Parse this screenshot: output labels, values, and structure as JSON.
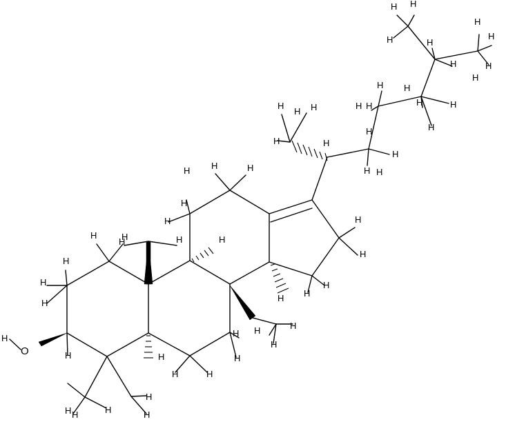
{
  "molecule": {
    "hydrogen_label": "H",
    "oxygen_label": "O",
    "hydroxyl_label": "OH"
  }
}
